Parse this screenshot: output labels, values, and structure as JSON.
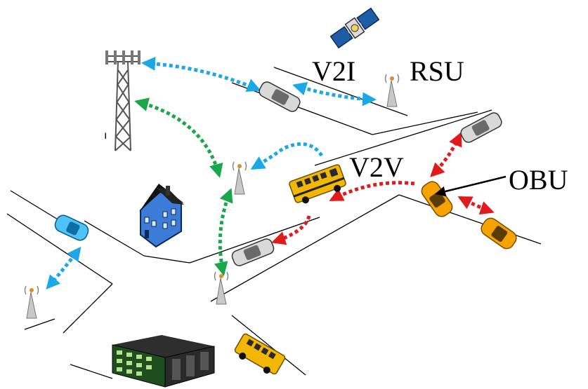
{
  "labels": {
    "v2i": "V2I",
    "rsu": "RSU",
    "v2v": "V2V",
    "obu": "OBU",
    "tower_mark": "ı"
  },
  "colors": {
    "v2i_link": "#1ca8e6",
    "infra_link": "#1aa64a",
    "v2v_link": "#e01b1b",
    "road": "#000000",
    "bus": "#f2b705",
    "taxi": "#f5a300",
    "sedan": "#d9d9d9",
    "compact_car": "#4fc3f7",
    "house": "#3d7bd9",
    "office": "#1e4d1e"
  },
  "icons": [
    "satellite-icon",
    "cell-tower-icon",
    "rsu-antenna-icon",
    "school-bus-icon",
    "taxi-icon",
    "sedan-icon",
    "compact-car-icon",
    "house-icon",
    "office-building-icon"
  ]
}
